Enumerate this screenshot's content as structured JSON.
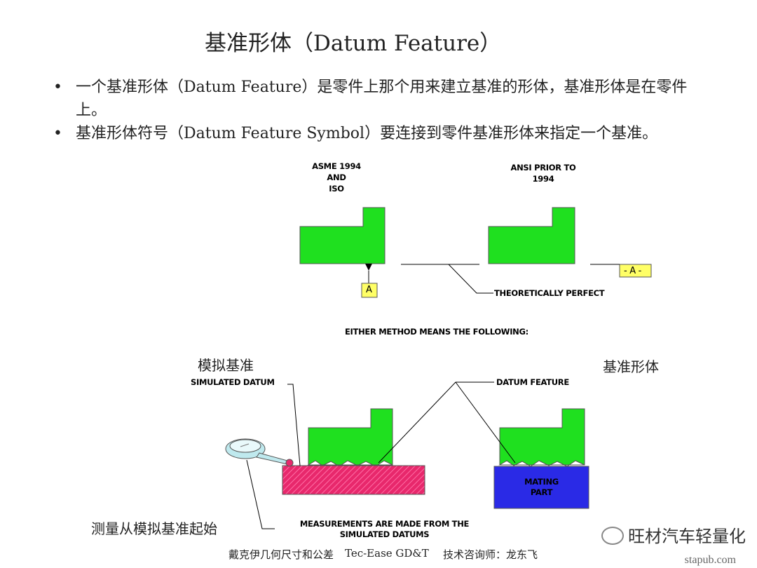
{
  "title": "基准形体（Datum Feature）",
  "bullets": [
    "一个基准形体（Datum Feature）是零件上那个用来建立基准的形体，基准形体是在零件上。",
    "基准形体符号（Datum Feature Symbol）要连接到零件基准形体来指定一个基准。"
  ],
  "diagram": {
    "left_header": [
      "ASME 1994",
      "AND",
      "ISO"
    ],
    "right_header": [
      "ANSI PRIOR TO",
      "1994"
    ],
    "datum_letter_new": "A",
    "datum_letter_old": "- A -",
    "theoretically_perfect": "THEORETICALLY PERFECT",
    "either_method": "EITHER METHOD MEANS THE FOLLOWING:",
    "simulated_datum_cn": "模拟基准",
    "simulated_datum": "SIMULATED DATUM",
    "datum_feature_cn": "基准形体",
    "datum_feature": "DATUM FEATURE",
    "mating_part": [
      "MATING",
      "PART"
    ],
    "measure_cn": "测量从模拟基准起始",
    "measurements": [
      "MEASUREMENTS ARE MADE FROM THE",
      "SIMULATED DATUMS"
    ]
  },
  "footer": {
    "left": "戴克伊几何尺寸和公差",
    "middle": "Tec-Ease GD&T",
    "right": "技术咨询师：龙东飞"
  },
  "brand": "旺材汽车轻量化",
  "watermark": "stapub.com",
  "colors": {
    "part_green": "#1fe01f",
    "datum_yellow": "#ffff66",
    "surface_plate": "#e8286c",
    "mating_blue": "#2a2ae6"
  }
}
